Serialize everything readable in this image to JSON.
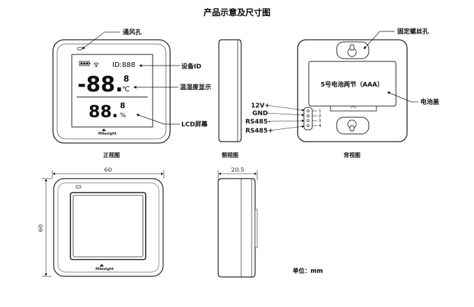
{
  "title": "产品示意及尺寸图",
  "front": {
    "caption": "正视图",
    "id_text": "ID:888",
    "temp_digits": "-88.",
    "temp_small": "8",
    "temp_unit": "℃",
    "hum_digits": "88.",
    "hum_small": "8",
    "hum_unit": "%",
    "logo": "Milesight",
    "callouts": {
      "vent": "通风孔",
      "device_id": "设备ID",
      "temp_hum": "温湿度显示",
      "lcd": "LCD屏幕"
    }
  },
  "back": {
    "caption": "背视图",
    "battery_text": "5号电池两节（AAA）",
    "callouts": {
      "screw": "固定螺丝孔",
      "cover": "电池盖"
    },
    "pins": [
      {
        "label": "12V+",
        "number": "1"
      },
      {
        "label": "GND",
        "number": "2"
      },
      {
        "label": "RS485-",
        "number": "3"
      },
      {
        "label": "RS485+",
        "number": "4"
      }
    ]
  },
  "side": {
    "caption": "侧视图",
    "width_dim": "20.5"
  },
  "dims": {
    "width": "60",
    "height": "60",
    "unit": "单位：mm",
    "logo": "Milesight"
  }
}
